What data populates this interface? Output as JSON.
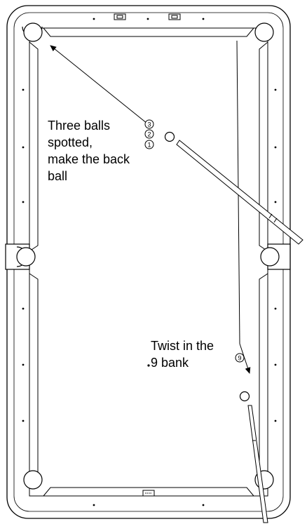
{
  "annotations": {
    "three_balls": [
      "Three balls",
      "spotted,",
      "make the back",
      "ball"
    ],
    "twist": [
      "Twist in the",
      "9 bank"
    ]
  },
  "balls": {
    "top": "3",
    "middle": "2",
    "bottom": "1",
    "nine": "9"
  },
  "colors": {
    "line": "#000000",
    "background": "#ffffff"
  }
}
